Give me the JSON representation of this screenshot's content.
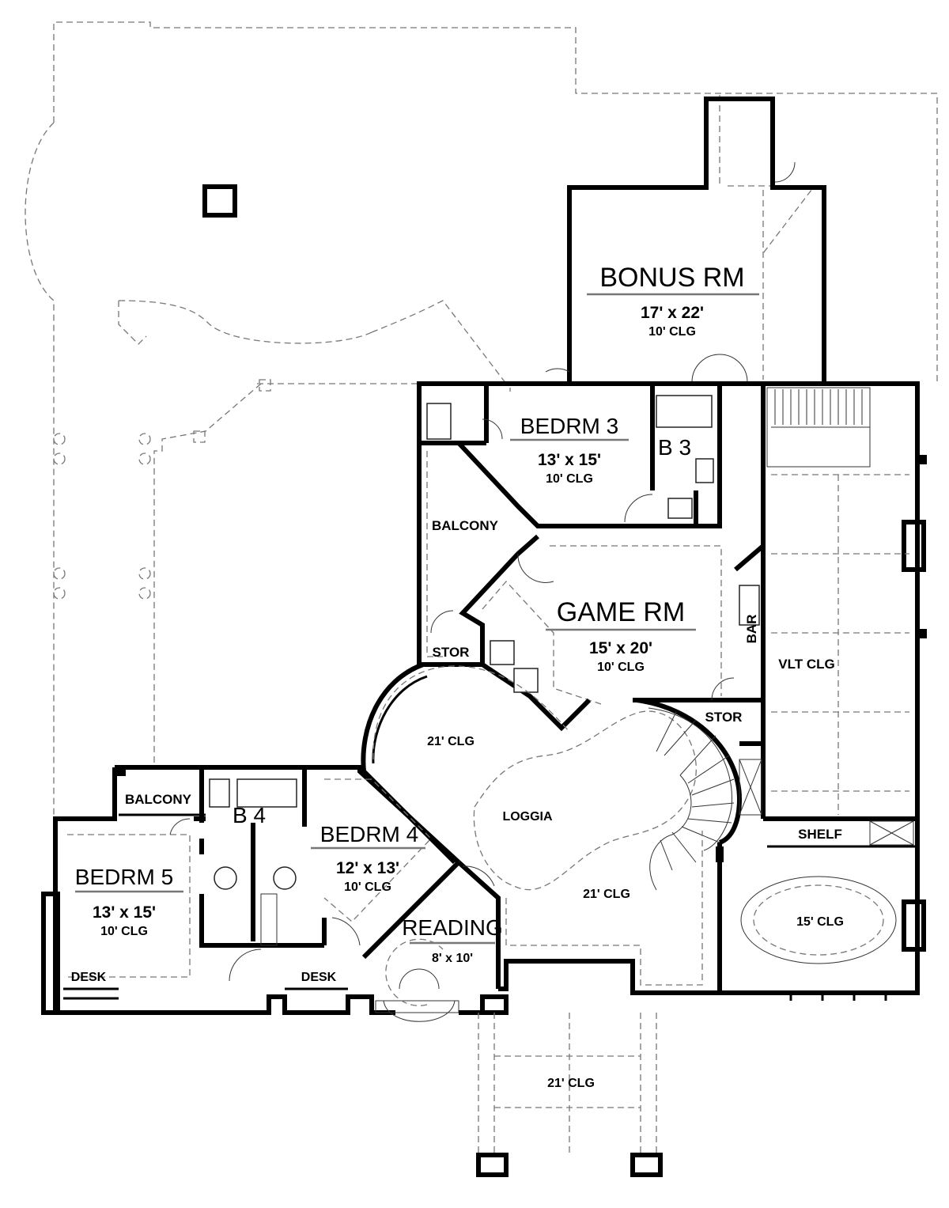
{
  "title": "Second Floor Plan",
  "rooms": {
    "bonus": {
      "name": "BONUS RM",
      "size": "17' x 22'",
      "clg": "10' CLG"
    },
    "bed3": {
      "name": "BEDRM 3",
      "size": "13' x 15'",
      "clg": "10' CLG"
    },
    "bath3": {
      "name": "B 3"
    },
    "balcony_upper": {
      "name": "BALCONY"
    },
    "game": {
      "name": "GAME RM",
      "size": "15' x 20'",
      "clg": "10' CLG"
    },
    "stor_left": {
      "name": "STOR"
    },
    "bar": {
      "name": "BAR"
    },
    "vlt": {
      "name": "VLT CLG"
    },
    "stor_right": {
      "name": "STOR"
    },
    "clg_round": {
      "name": "21' CLG"
    },
    "loggia": {
      "name": "LOGGIA"
    },
    "clg_stair": {
      "name": "21' CLG"
    },
    "shelf": {
      "name": "SHELF"
    },
    "clg_oval": {
      "name": "15' CLG"
    },
    "balcony_lower": {
      "name": "BALCONY"
    },
    "bath4": {
      "name": "B 4"
    },
    "bed4": {
      "name": "BEDRM 4",
      "size": "12' x 13'",
      "clg": "10' CLG"
    },
    "bed5": {
      "name": "BEDRM 5",
      "size": "13' x 15'",
      "clg": "10' CLG"
    },
    "desk5": {
      "name": "DESK"
    },
    "desk4": {
      "name": "DESK"
    },
    "reading": {
      "name": "READING",
      "size": "8' x 10'"
    },
    "porch": {
      "name": "21' CLG"
    }
  }
}
